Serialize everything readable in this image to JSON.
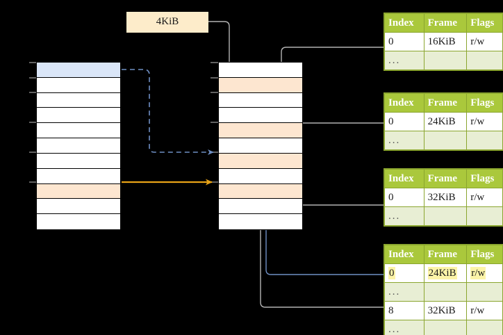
{
  "diagram": {
    "title": "virtual to physical memory page table mapping",
    "background": "#000000",
    "colors": {
      "table_header": "#aac83c",
      "table_header_text": "#ffffff",
      "table_border": "#8aa52e",
      "ellipsis_row": "#e8eed4",
      "highlight_yellow": "#fcf4a8",
      "row_blue": "#dae6f8",
      "row_peach": "#fde6d0",
      "label_bg": "#fdecca",
      "arrow_orange": "#e8a317",
      "arrow_blue": "#6f8fc4",
      "wire_gray": "#b3b3b3"
    }
  },
  "size_label": {
    "text": "4KiB"
  },
  "left_column": {
    "name": "virtual-memory-column",
    "row_count": 11,
    "rows": [
      {
        "fill": "blue",
        "label": ""
      },
      {
        "fill": "white",
        "label": ""
      },
      {
        "fill": "white",
        "label": ""
      },
      {
        "fill": "white",
        "label": ""
      },
      {
        "fill": "white",
        "label": ""
      },
      {
        "fill": "white",
        "label": ""
      },
      {
        "fill": "white",
        "label": ""
      },
      {
        "fill": "white",
        "label": ""
      },
      {
        "fill": "peach",
        "label": ""
      },
      {
        "fill": "white",
        "label": ""
      },
      {
        "fill": "white",
        "label": ""
      }
    ]
  },
  "middle_column": {
    "name": "physical-memory-column",
    "row_count": 11,
    "rows": [
      {
        "fill": "white",
        "label": ""
      },
      {
        "fill": "peach",
        "label": ""
      },
      {
        "fill": "white",
        "label": ""
      },
      {
        "fill": "white",
        "label": ""
      },
      {
        "fill": "peach",
        "label": ""
      },
      {
        "fill": "white",
        "label": ""
      },
      {
        "fill": "peach",
        "label": ""
      },
      {
        "fill": "white",
        "label": ""
      },
      {
        "fill": "peach",
        "label": ""
      },
      {
        "fill": "white",
        "label": ""
      },
      {
        "fill": "white",
        "label": ""
      }
    ]
  },
  "page_tables": [
    {
      "name": "page-table-1",
      "headers": [
        "Index",
        "Frame",
        "Flags"
      ],
      "rows": [
        {
          "type": "data",
          "index": "0",
          "frame": "16KiB",
          "flags": "r/w",
          "highlight": false
        },
        {
          "type": "ellipsis",
          "index": "...",
          "frame": "",
          "flags": "",
          "highlight": false
        }
      ]
    },
    {
      "name": "page-table-2",
      "headers": [
        "Index",
        "Frame",
        "Flags"
      ],
      "rows": [
        {
          "type": "data",
          "index": "0",
          "frame": "24KiB",
          "flags": "r/w",
          "highlight": false
        },
        {
          "type": "ellipsis",
          "index": "...",
          "frame": "",
          "flags": "",
          "highlight": false
        }
      ]
    },
    {
      "name": "page-table-3",
      "headers": [
        "Index",
        "Frame",
        "Flags"
      ],
      "rows": [
        {
          "type": "data",
          "index": "0",
          "frame": "32KiB",
          "flags": "r/w",
          "highlight": false
        },
        {
          "type": "ellipsis",
          "index": "...",
          "frame": "",
          "flags": "",
          "highlight": false
        }
      ]
    },
    {
      "name": "page-table-4",
      "headers": [
        "Index",
        "Frame",
        "Flags"
      ],
      "rows": [
        {
          "type": "data",
          "index": "0",
          "frame": "24KiB",
          "flags": "r/w",
          "highlight": true
        },
        {
          "type": "ellipsis",
          "index": "...",
          "frame": "",
          "flags": "",
          "highlight": false
        },
        {
          "type": "data",
          "index": "8",
          "frame": "32KiB",
          "flags": "r/w",
          "highlight": false
        },
        {
          "type": "ellipsis",
          "index": "...",
          "frame": "",
          "flags": "",
          "highlight": false
        }
      ]
    }
  ],
  "connectors": [
    {
      "name": "dashed-blue-virtual-to-physical",
      "style": "dashed",
      "color": "#6f8fc4"
    },
    {
      "name": "solid-orange-virtual-to-physical",
      "style": "solid",
      "color": "#e8a317"
    },
    {
      "name": "size-label-to-physical-row",
      "style": "solid",
      "color": "#b3b3b3"
    },
    {
      "name": "physical-row1-to-table1",
      "style": "solid",
      "color": "#b3b3b3"
    },
    {
      "name": "table1-to-physical-row5",
      "style": "solid",
      "color": "#b3b3b3"
    },
    {
      "name": "table2-to-physical-row7",
      "style": "solid",
      "color": "#b3b3b3"
    },
    {
      "name": "physical-row9-to-table3",
      "style": "solid",
      "color": "#b3b3b3"
    },
    {
      "name": "table4-row1-to-physical-row7",
      "style": "solid",
      "color": "#6f8fc4"
    },
    {
      "name": "table4-row3-to-physical-row9",
      "style": "solid",
      "color": "#b3b3b3"
    }
  ]
}
